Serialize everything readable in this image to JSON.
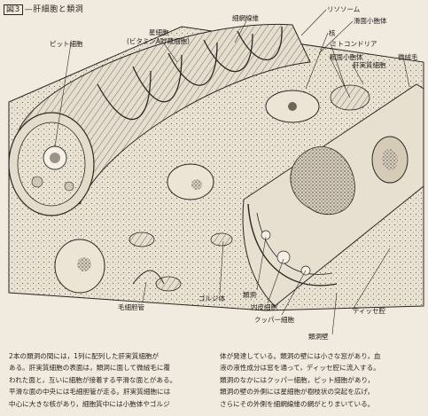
{
  "figure": {
    "number": "図3",
    "title": "—肝細胞と類洞"
  },
  "labels": {
    "pit_cell": "ピット細胞",
    "stellate_cell": "星細胞",
    "stellate_cell_note": "(ビタミンA貯蔵細胞)",
    "reticular_fiber": "細網線維",
    "lysosome": "リソソーム",
    "smooth_er": "滑面小胞体",
    "nucleus": "核",
    "mitochondria": "ミトコンドリア",
    "rough_er": "粗面小胞体",
    "hepatocyte": "肝実質細胞",
    "microvilli": "微絨毛",
    "bile_canaliculus": "毛細胆管",
    "golgi": "ゴルジ体",
    "sinusoid": "類洞",
    "endothelial_cell": "内皮細胞",
    "kupffer_cell": "クッパー細胞",
    "space_of_disse": "ディッセ腔",
    "sinusoid_wall": "類洞壁"
  },
  "caption": {
    "left": "2本の類洞の間には，1列に配列した肝実質細胞が\nある。肝実質細胞の表面は，類洞に面して微絨毛に覆\nわれた面と，互いに細胞が接着する平滑な面とがある。\n平滑な面の中央には毛細胆管が走る。肝実質細胞には\n中心に大きな核があり，細胞質中には小胞体やゴルジ",
    "right": "体が発達している。類洞の壁には小さな窓があり，血\n液の液性成分は窓を通って，ディッセ腔に流入する。\n類洞のなかにはクッパー細胞，ピット細胞があり，\n類洞の壁の外側には星細胞が樹枝状の突起を広げ，\nさらにその外側を細網線維の網がとりまいている。"
  },
  "colors": {
    "paper": "#f1ebdf",
    "ink": "#2a2622"
  }
}
